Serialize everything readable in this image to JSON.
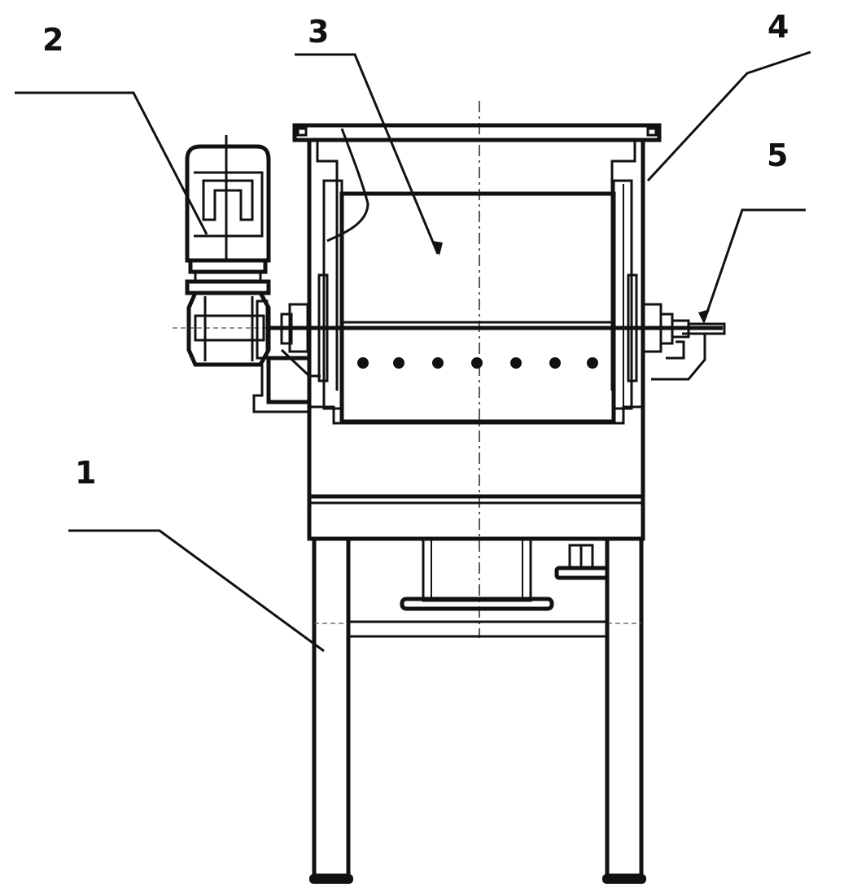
{
  "figure": {
    "labels": [
      {
        "id": "leg",
        "text": "1"
      },
      {
        "id": "motor",
        "text": "2"
      },
      {
        "id": "drum",
        "text": "3"
      },
      {
        "id": "housing",
        "text": "4"
      },
      {
        "id": "shaft",
        "text": "5"
      }
    ]
  }
}
